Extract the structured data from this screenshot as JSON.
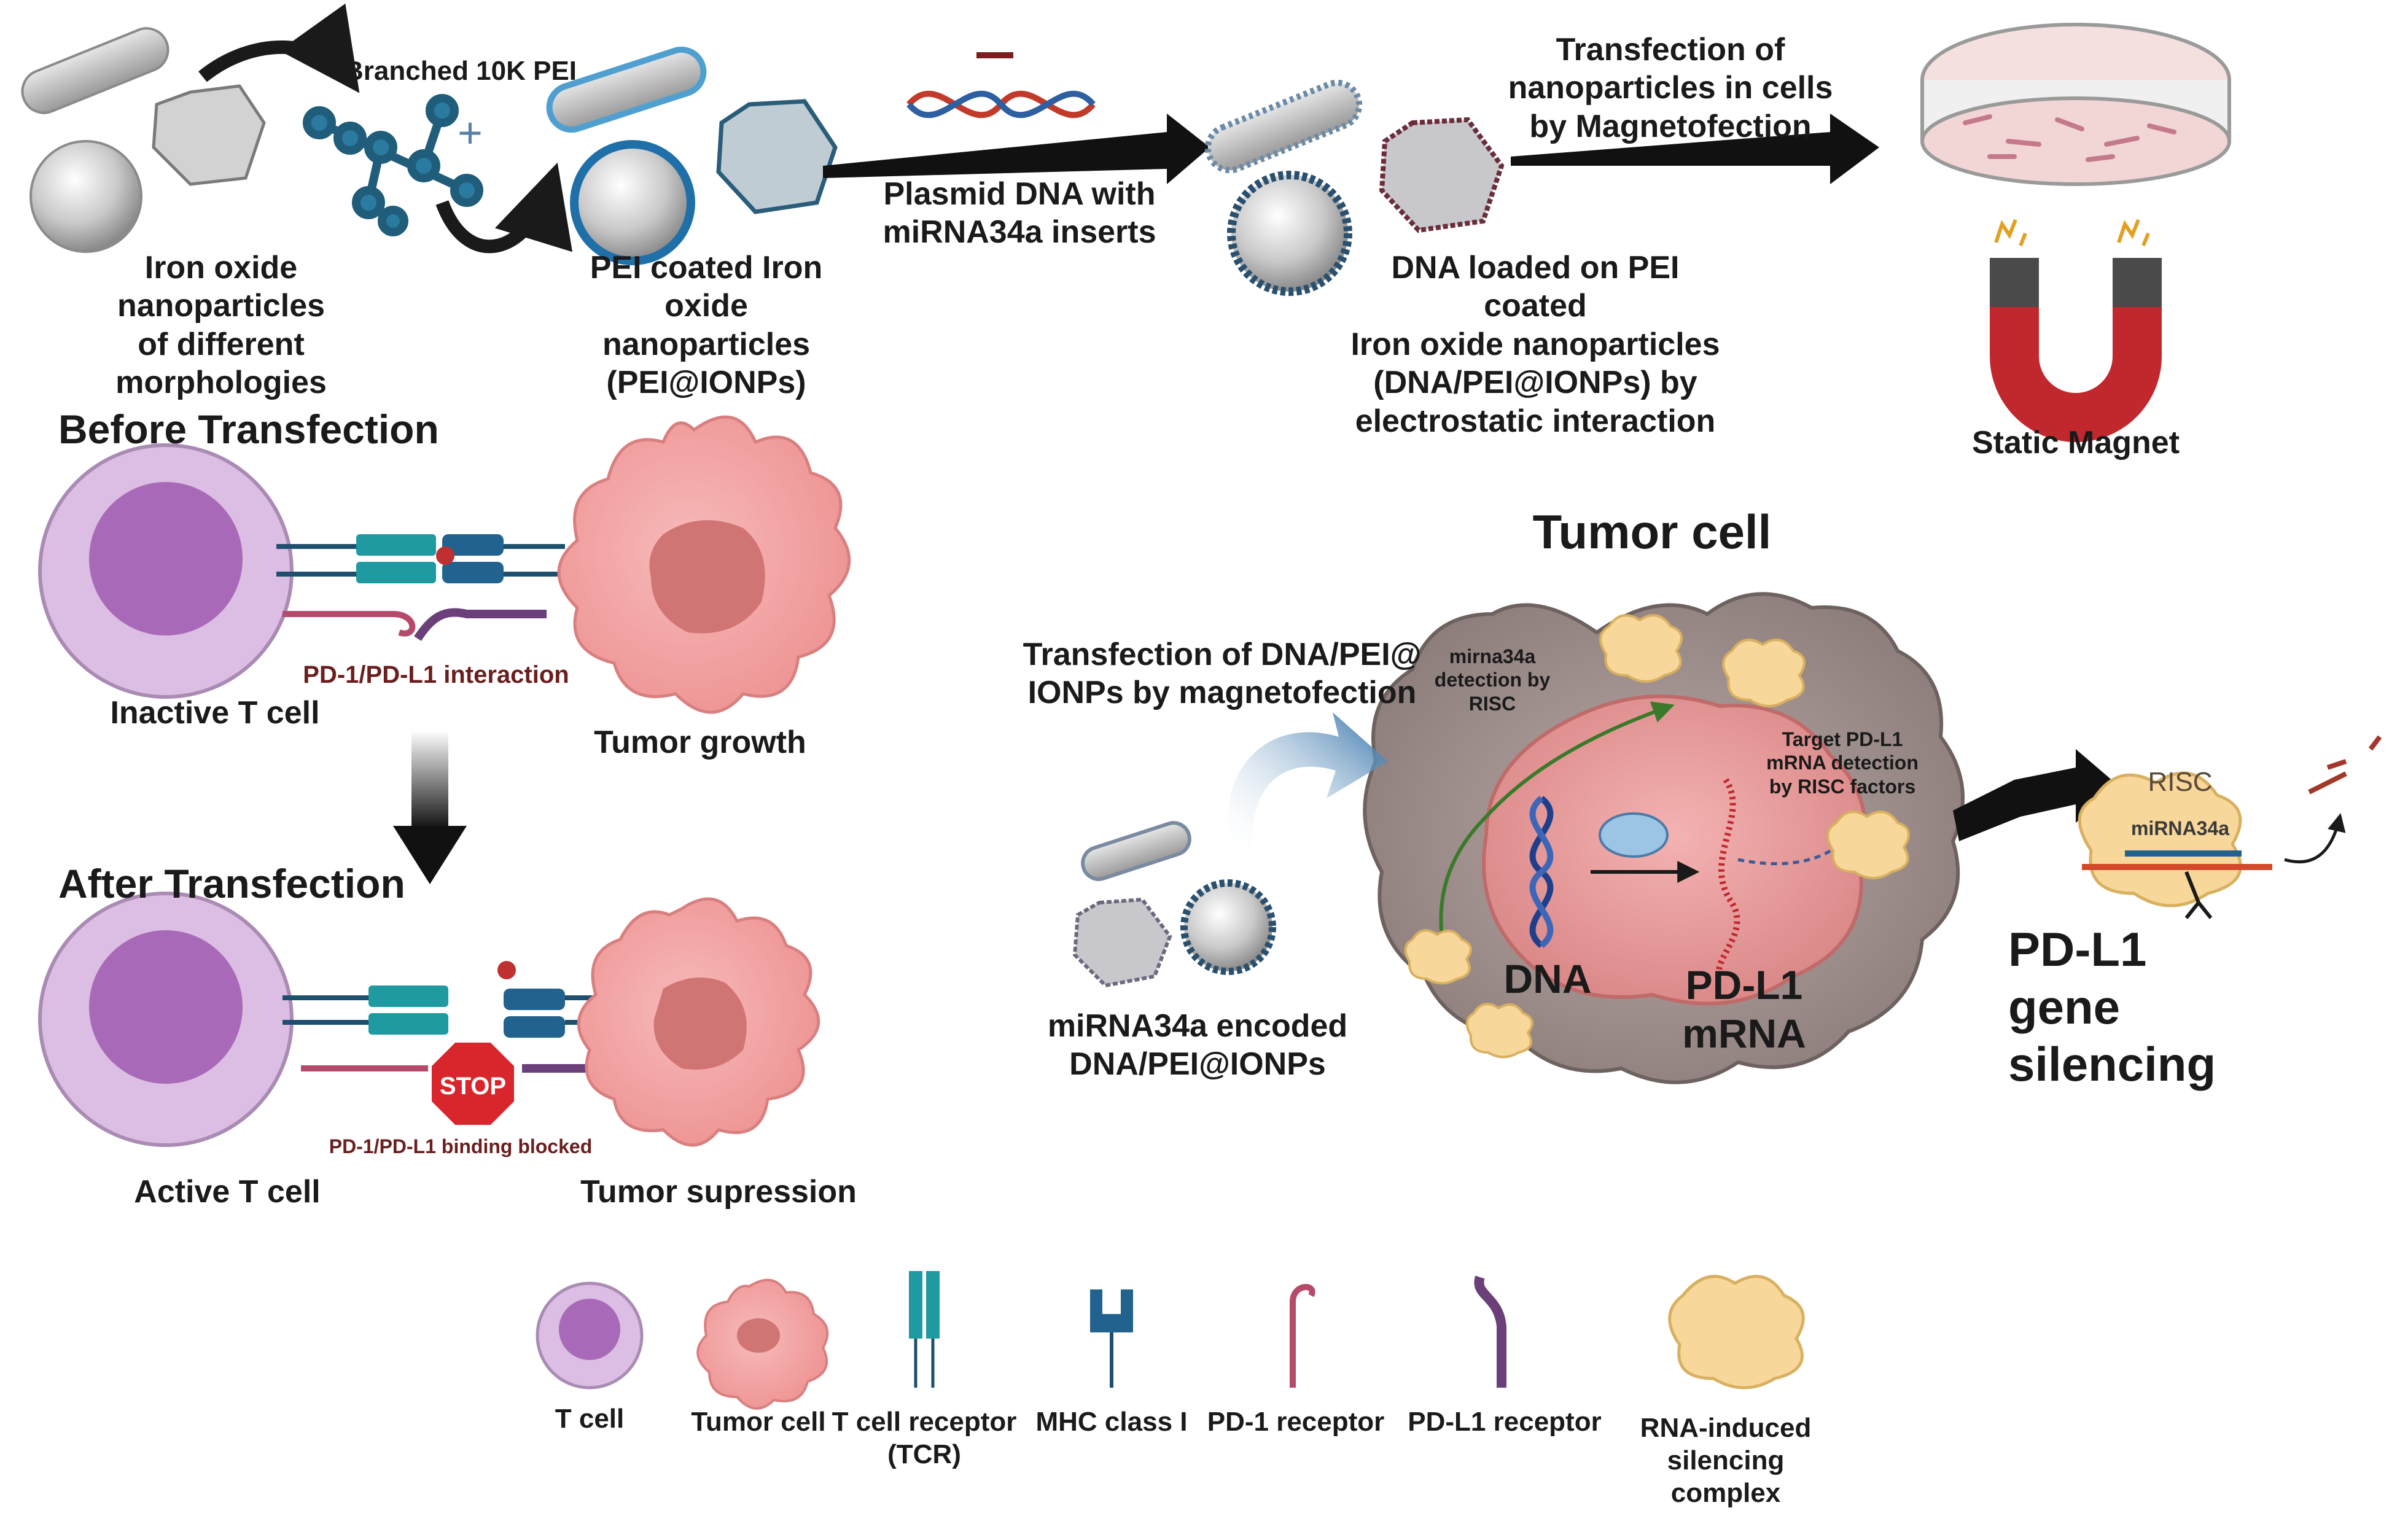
{
  "top_row": {
    "iron_oxide_label": "Iron oxide nanoparticles\nof different morphologies",
    "pei_label": "Branched 10K PEI",
    "pei_coated_label": "PEI coated Iron oxide\nnanoparticles\n(PEI@IONPs)",
    "plasmid_label": "Plasmid DNA with\nmiRNA34a inserts",
    "dna_loaded_label": "DNA loaded on PEI coated\nIron oxide nanoparticles\n(DNA/PEI@IONPs) by\nelectrostatic interaction",
    "transfection_label": "Transfection of\nnanoparticles in cells\nby Magnetofection",
    "magnet_label": "Static Magnet"
  },
  "left_panel": {
    "before_title": "Before Transfection",
    "interaction_label": "PD-1/PD-L1 interaction",
    "inactive_label": "Inactive T cell",
    "tumor_growth_label": "Tumor growth",
    "after_title": "After Transfection",
    "stop_sign": "STOP",
    "blocked_label": "PD-1/PD-L1 binding blocked",
    "active_label": "Active T cell",
    "tumor_suppression_label": "Tumor supression"
  },
  "right_panel": {
    "tumor_cell_title": "Tumor cell",
    "transfection_label": "Transfection of DNA/PEI@\nIONPs by magnetofection",
    "mirna_detection_label": "mirna34a\ndetection by\nRISC",
    "target_label": "Target PD-L1\nmRNA detection\nby RISC factors",
    "dna_label": "DNA",
    "mrna_label": "PD-L1\nmRNA",
    "encoded_label": "miRNA34a encoded\nDNA/PEI@IONPs",
    "risc_text": "RISC",
    "mirna_text": "miRNA34a",
    "silencing_label": "PD-L1 gene\nsilencing"
  },
  "legend": {
    "items": [
      {
        "label": "T cell"
      },
      {
        "label": "Tumor cell"
      },
      {
        "label": "T cell receptor\n(TCR)"
      },
      {
        "label": "MHC class I"
      },
      {
        "label": "PD-1 receptor"
      },
      {
        "label": "PD-L1 receptor"
      },
      {
        "label": "RNA-induced\nsilencing\ncomplex"
      }
    ]
  },
  "colors": {
    "tcell_outer": "#d8b4e0",
    "tcell_inner": "#a86ab8",
    "tumor": "#f2a4a4",
    "tumor_core": "#d07474",
    "tcr": "#1e9aa0",
    "mhc": "#22628e",
    "pd1": "#b54a6a",
    "pdl1": "#6b3f7a",
    "risc": "#f7d79a",
    "magnet_red": "#c0282d",
    "arrow": "#1a1a1a"
  }
}
